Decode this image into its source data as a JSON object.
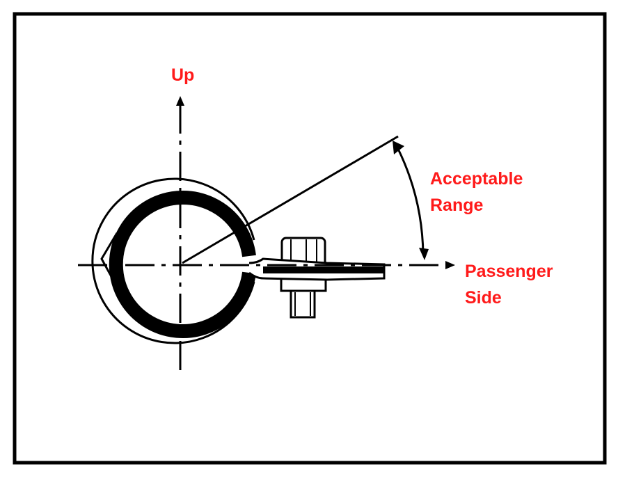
{
  "colors": {
    "line": "#000000",
    "label": "#ff1a1a",
    "background": "#ffffff"
  },
  "labels": {
    "up": "Up",
    "acceptable_range_line1": "Acceptable",
    "acceptable_range_line2": "Range",
    "passenger_side_line1": "Passenger",
    "passenger_side_line2": "Side"
  }
}
